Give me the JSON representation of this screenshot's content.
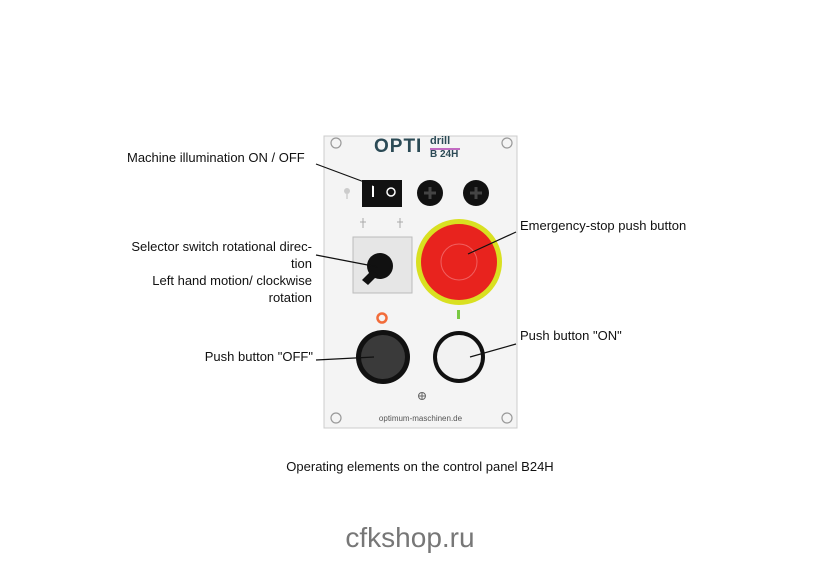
{
  "panel": {
    "brand": "OPTI",
    "brand_sub": "drill",
    "model": "B 24H",
    "website": "optimum-maschinen.de"
  },
  "labels": {
    "illumination": "Machine illumination ON / OFF",
    "selector_1": "Selector switch rotational direc-",
    "selector_2": "tion",
    "selector_3": "Left hand motion/ clockwise",
    "selector_4": "rotation",
    "estop": "Emergency-stop push button",
    "off": "Push button \"OFF\"",
    "on": "Push button \"ON\""
  },
  "caption": "Operating elements on the control panel B24H",
  "watermark": "cfkshop.ru",
  "colors": {
    "estop_red": "#e8231e",
    "estop_ring": "#d9e021",
    "on_indicator": "#7ac943",
    "off_indicator": "#f26c3a"
  }
}
